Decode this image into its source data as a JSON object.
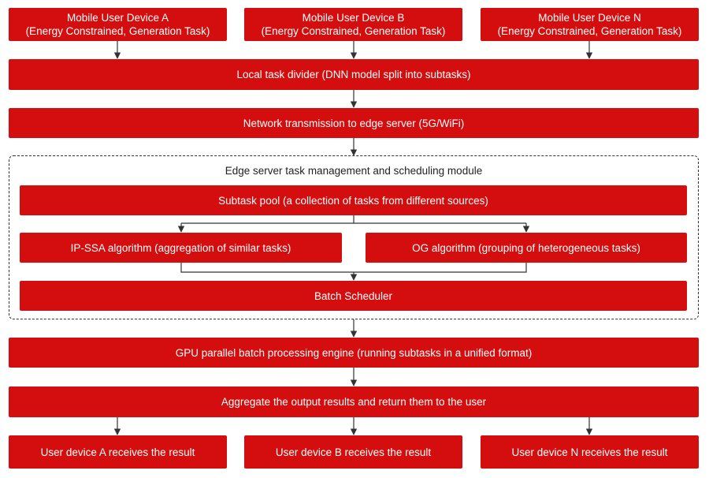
{
  "devices": [
    {
      "name": "Mobile User Device A",
      "subtitle": "(Energy Constrained, Generation Task)"
    },
    {
      "name": "Mobile User Device B",
      "subtitle": "(Energy Constrained, Generation Task)"
    },
    {
      "name": "Mobile User Device N",
      "subtitle": "(Energy Constrained, Generation Task)"
    }
  ],
  "local_divider": "Local task divider (DNN model split into subtasks)",
  "network": "Network transmission to edge server (5G/WiFi)",
  "edge_module": {
    "title": "Edge server task management and scheduling module",
    "subtask_pool": "Subtask pool (a collection of tasks from different sources)",
    "ip_ssa": "IP-SSA algorithm (aggregation of similar tasks)",
    "og": "OG algorithm (grouping of heterogeneous tasks)",
    "batch_scheduler": "Batch Scheduler"
  },
  "gpu_engine": "GPU parallel batch processing engine (running subtasks in a unified format)",
  "aggregate": "Aggregate the output results and return them to the user",
  "receivers": [
    "User device A receives the result",
    "User device B receives the result",
    "User device N receives the result"
  ],
  "colors": {
    "box": "#d40e0e",
    "text": "#ffffff",
    "border": "#333333"
  }
}
